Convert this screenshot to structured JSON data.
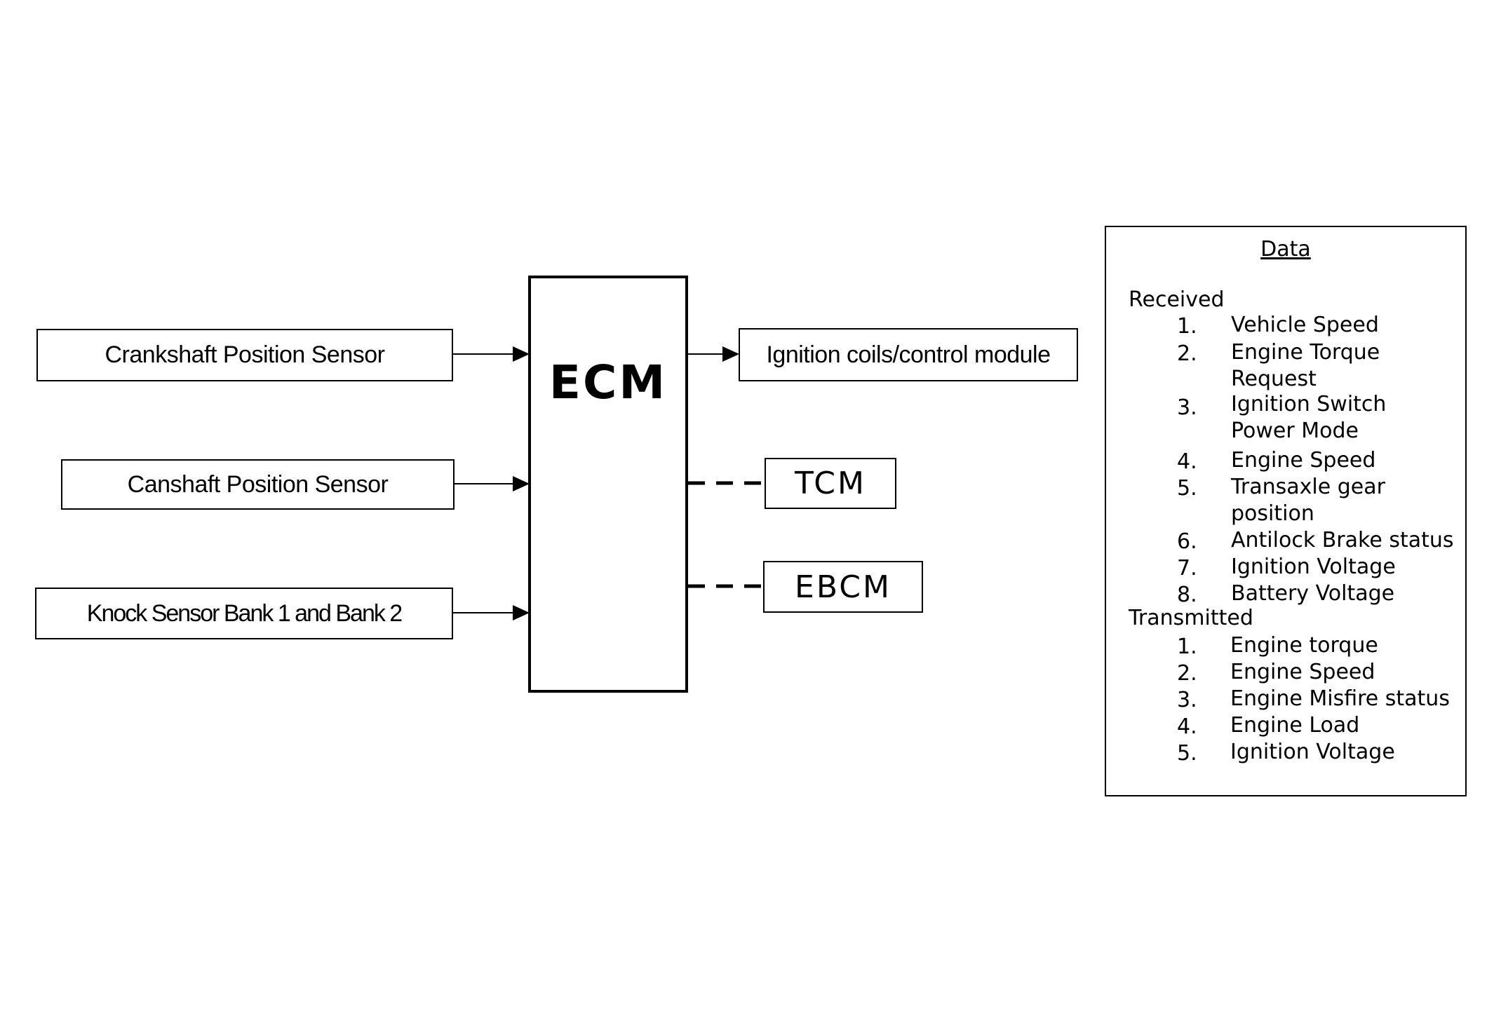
{
  "inputs": [
    {
      "label": "Crankshaft Position Sensor"
    },
    {
      "label": "Canshaft Position Sensor"
    },
    {
      "label": "Knock Sensor Bank 1 and Bank 2"
    }
  ],
  "ecm": {
    "label": "ECM"
  },
  "outputs": [
    {
      "label": "Ignition coils/control module"
    }
  ],
  "modules": [
    {
      "label": "TCM"
    },
    {
      "label": "EBCM"
    }
  ],
  "data_panel": {
    "title": "Data",
    "received_label": "Received",
    "received": [
      {
        "num": "1.",
        "text": "Vehicle Speed"
      },
      {
        "num": "2.",
        "text": "Engine Torque\nRequest"
      },
      {
        "num": "3.",
        "text": "Ignition Switch\nPower Mode"
      },
      {
        "num": "4.",
        "text": "Engine Speed"
      },
      {
        "num": "5.",
        "text": "Transaxle gear\nposition"
      },
      {
        "num": "6.",
        "text": "Antilock Brake status"
      },
      {
        "num": "7.",
        "text": "Ignition Voltage"
      },
      {
        "num": "8.",
        "text": "Battery Voltage"
      }
    ],
    "transmitted_label": "Transmitted",
    "transmitted": [
      {
        "num": "1.",
        "text": "Engine torque"
      },
      {
        "num": "2.",
        "text": "Engine Speed"
      },
      {
        "num": "3.",
        "text": "Engine Misfire status"
      },
      {
        "num": "4.",
        "text": "Engine Load"
      },
      {
        "num": "5.",
        "text": "Ignition Voltage"
      }
    ]
  }
}
